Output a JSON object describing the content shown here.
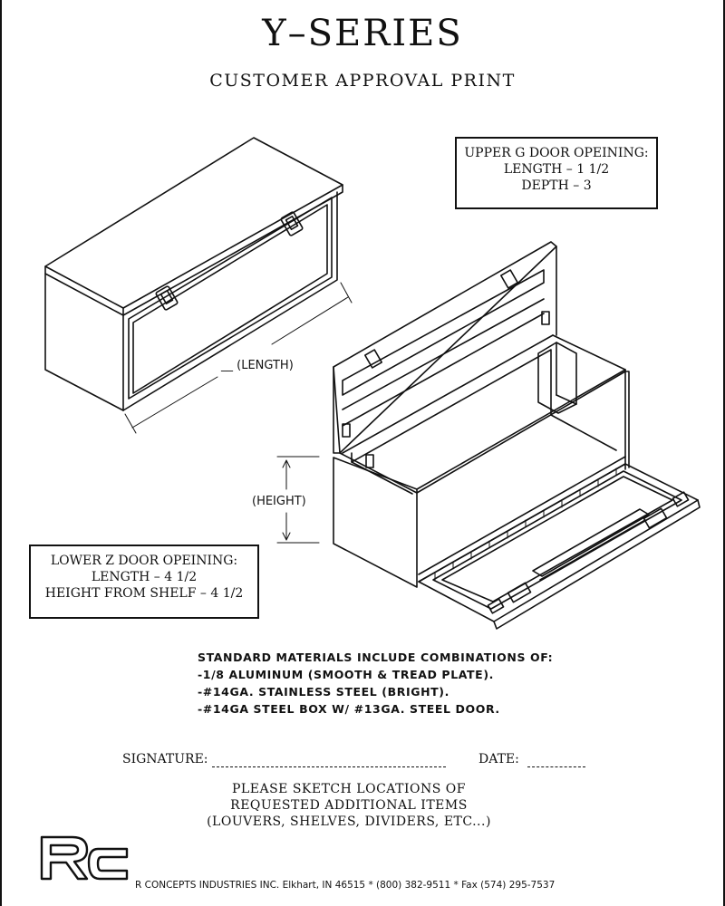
{
  "header": {
    "title": "Y–SERIES",
    "subtitle": "CUSTOMER APPROVAL PRINT"
  },
  "upper_box": {
    "lines": [
      "UPPER G DOOR OPEINING:",
      "LENGTH – 1 1/2",
      "DEPTH – 3"
    ]
  },
  "lower_box": {
    "lines": [
      "LOWER Z DOOR OPEINING:",
      "LENGTH – 4 1/2",
      "HEIGHT FROM SHELF – 4 1/2"
    ]
  },
  "dimensions": {
    "length": "__ (LENGTH)",
    "height": "(HEIGHT)"
  },
  "materials": {
    "heading": "STANDARD MATERIALS INCLUDE COMBINATIONS OF:",
    "items": [
      "-1/8 ALUMINUM (SMOOTH & TREAD PLATE).",
      "-#14GA. STAINLESS STEEL (BRIGHT).",
      "-#14GA STEEL BOX W/ #13GA. STEEL DOOR."
    ]
  },
  "signature": {
    "label": "SIGNATURE:",
    "date_label": "DATE:"
  },
  "sketch_note": {
    "lines": [
      "PLEASE SKETCH LOCATIONS OF",
      "REQUESTED ADDITIONAL ITEMS",
      "(LOUVERS, SHELVES, DIVIDERS, ETC...)"
    ]
  },
  "footer": {
    "logo_text": "RC",
    "text": "R CONCEPTS INDUSTRIES INC. Elkhart, IN 46515 * (800) 382-9511 * Fax (574) 295-7537"
  }
}
